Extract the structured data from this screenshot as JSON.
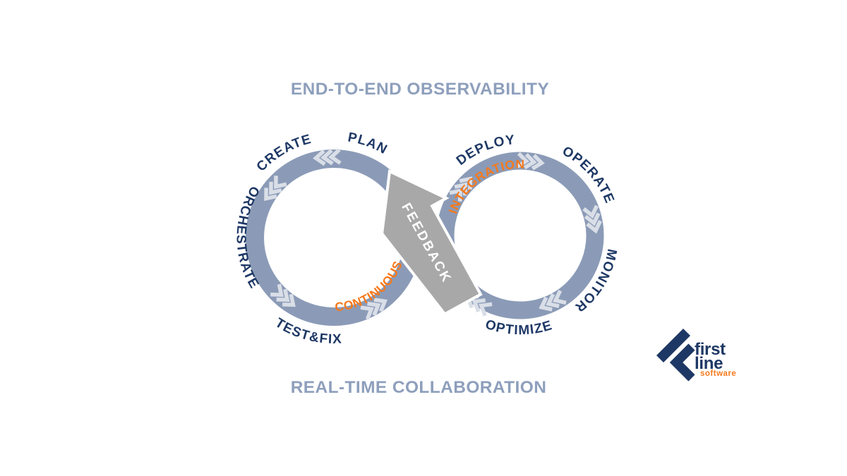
{
  "titles": {
    "top": "END-TO-END OBSERVABILITY",
    "bottom": "REAL-TIME COLLABORATION"
  },
  "loop": {
    "left_stages": {
      "plan": "PLAN",
      "create": "CREATE",
      "orchestrate": "ORCHESTRATE",
      "test_fix": "TEST&FIX"
    },
    "right_stages": {
      "deploy": "DEPLOY",
      "operate": "OPERATE",
      "monitor": "MONITOR",
      "optimize": "OPTIMIZE"
    },
    "highlights": {
      "continuous": "CONTINUOUS",
      "integration": "INTEGRATION"
    }
  },
  "arrow": {
    "label": "FEEDBACK"
  },
  "logo": {
    "name_line1": "first",
    "name_line2": "line",
    "name_line3": "software"
  },
  "colors": {
    "ribbon": "#8B9BB7",
    "chevron": "#D9DEE7",
    "stage_text": "#1E3865",
    "highlight_text": "#F5791D",
    "arrow_fill": "#A8A8A8",
    "arrow_label": "#FFFFFF",
    "title_text": "#8E9FBC",
    "logo_navy": "#1E3865",
    "logo_orange": "#F5791D",
    "background": "#FFFFFF"
  }
}
